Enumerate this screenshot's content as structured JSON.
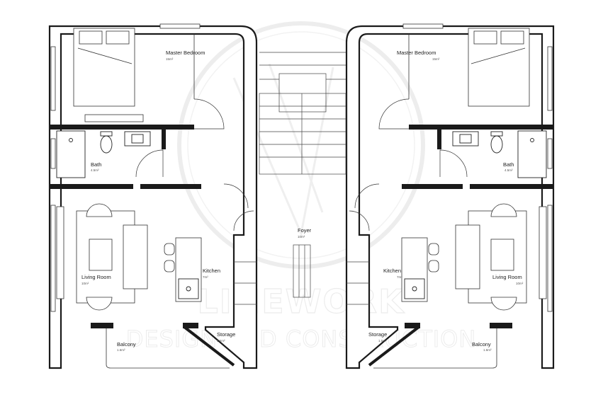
{
  "watermark": {
    "line1": "LINEWORK",
    "line2": "DESIGN AND CONSTRUCTION"
  },
  "left_unit": {
    "master_bedroom": {
      "name": "Master Bedroom",
      "area": "15m²"
    },
    "bath": {
      "name": "Bath",
      "area": "4.5m²"
    },
    "living_room": {
      "name": "Living Room",
      "area": "10m²"
    },
    "kitchen": {
      "name": "Kitchen",
      "area": "7m²"
    },
    "balcony": {
      "name": "Balcony",
      "area": "1.6m²"
    },
    "storage": {
      "name": "Storage",
      "area": "1.5m²"
    }
  },
  "right_unit": {
    "master_bedroom": {
      "name": "Master Bedroom",
      "area": "15m²"
    },
    "bath": {
      "name": "Bath",
      "area": "4.5m²"
    },
    "living_room": {
      "name": "Living Room",
      "area": "10m²"
    },
    "kitchen": {
      "name": "Kitchen",
      "area": "7m²"
    },
    "balcony": {
      "name": "Balcony",
      "area": "1.6m²"
    },
    "storage": {
      "name": "Storage",
      "area": "1.5m²"
    }
  },
  "foyer": {
    "name": "Foyer",
    "area": "10m²"
  }
}
